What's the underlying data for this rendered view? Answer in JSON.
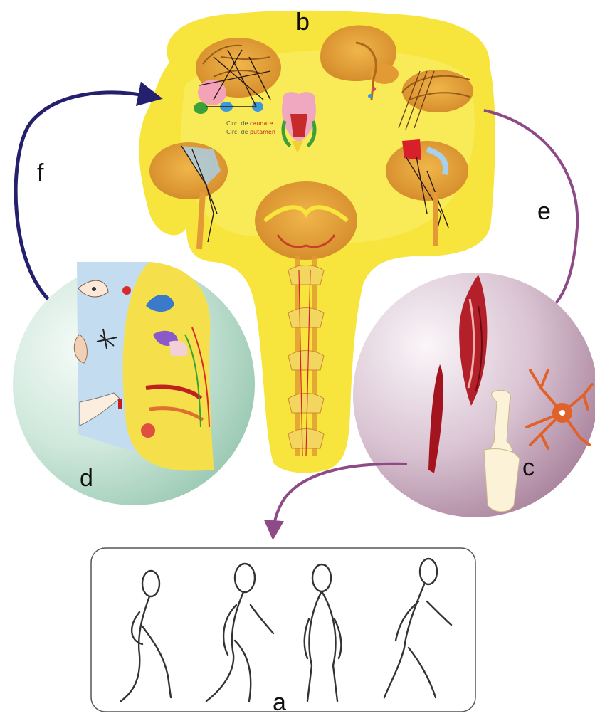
{
  "labels": {
    "a": "a",
    "b": "b",
    "c": "c",
    "d": "d",
    "e": "e",
    "f": "f"
  },
  "brain_note": {
    "line1": "Circ. de ",
    "line1_highlight": "caudate",
    "line2": "Circ. de ",
    "line2_highlight": "putamen"
  },
  "colors": {
    "arrow_f": "#24206e",
    "arrow_e": "#8e4a86",
    "arrow_c_to_a": "#8e4a86",
    "brain_background": "#f7e43c",
    "brain_tissue": "#e8a838",
    "muscle": "#b3202a",
    "neuron": "#e0622a",
    "sphere_d": "#b9dccb",
    "sphere_c": "#c6a8bd",
    "walkers_frame": "#555555"
  },
  "icons": [
    "brain-cross-section-icon",
    "spinal-cord-icon",
    "muscle-icon",
    "bone-joint-icon",
    "neuron-icon",
    "ear-icon",
    "eye-icon",
    "hand-icon",
    "walking-figure-icon"
  ]
}
